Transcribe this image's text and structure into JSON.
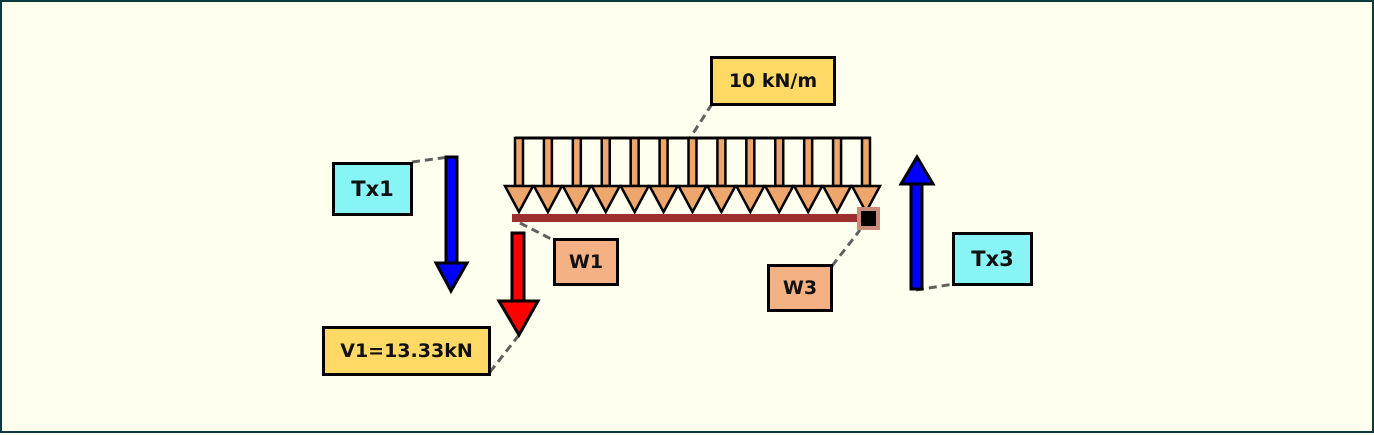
{
  "diagram": {
    "load_label": "10 kN/m",
    "tx1_label": "Tx1",
    "tx3_label": "Tx3",
    "w1_label": "W1",
    "w3_label": "W3",
    "v1_label": "V1=13.33kN",
    "distributed_load": {
      "value": 10,
      "unit": "kN/m",
      "arrow_count": 13
    },
    "reaction_v1": {
      "value": 13.33,
      "unit": "kN"
    }
  },
  "colors": {
    "background": "#fffff0",
    "frame_border": "#0b3b3b",
    "load_arrow": "#eda66b",
    "beam": "#9e2f2f",
    "tension_arrow": "#0000ff",
    "reaction_arrow": "#ff0000",
    "label_yellow": "#ffd966",
    "label_cyan": "#87f5f5",
    "label_salmon": "#f4b183"
  }
}
